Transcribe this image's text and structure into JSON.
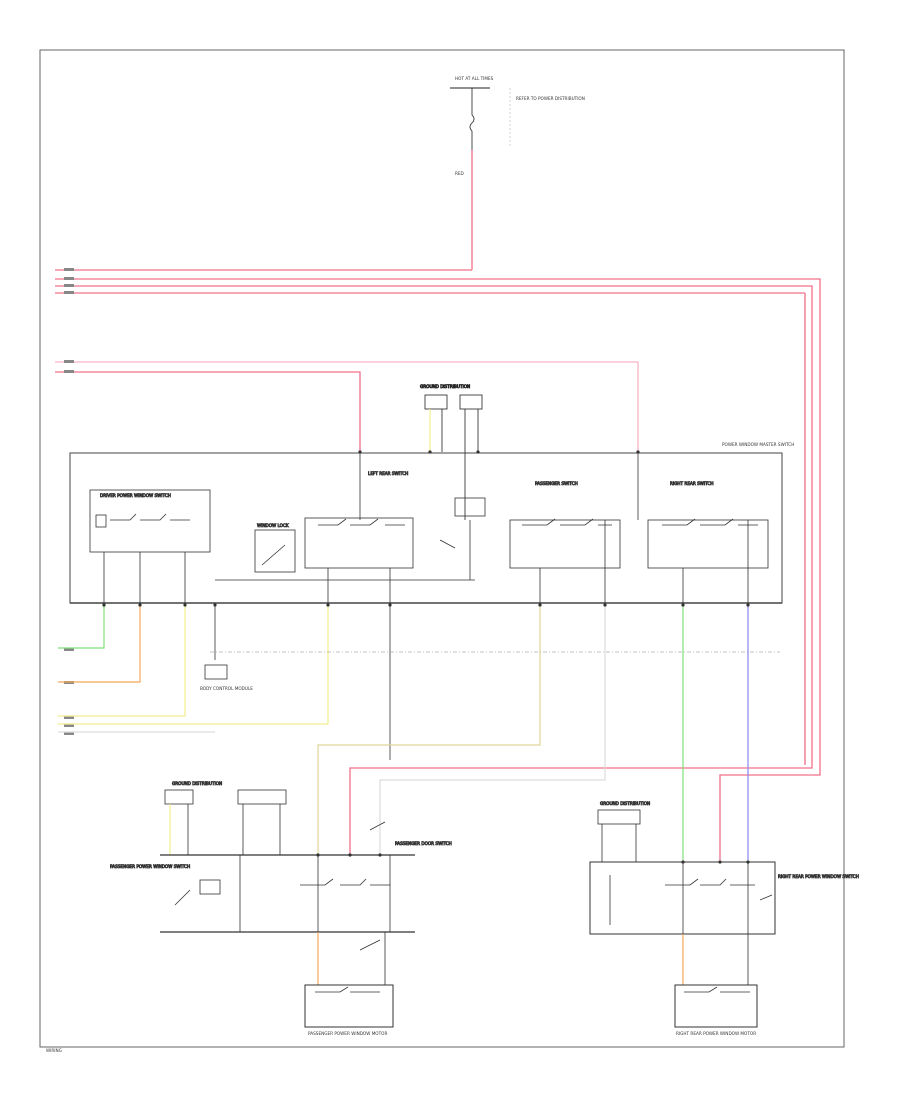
{
  "colors": {
    "red": "#f2708a",
    "pink": "#f7b5c6",
    "yellow": "#f4ee8c",
    "green": "#7ee07a",
    "orange": "#f2a65a",
    "blue": "#8a86f0",
    "tan": "#e2d49a",
    "black": "#222222",
    "frame": "#666666"
  },
  "labels": {
    "top_fuse": "HOT AT ALL TIMES",
    "fuse_note": "REFER TO POWER DISTRIBUTION",
    "wire_red": "RED",
    "ground_left": "GROUND DISTRIBUTION",
    "ground_right": "GROUND DISTRIBUTION",
    "driver_switch": "DRIVER POWER WINDOW SWITCH",
    "left_rear_switch": "LEFT REAR SWITCH",
    "passenger_switch": "PASSENGER SWITCH",
    "right_rear_switch": "RIGHT REAR SWITCH",
    "window_lock": "WINDOW LOCK",
    "master_switch": "POWER WINDOW MASTER SWITCH",
    "body_control": "BODY CONTROL MODULE",
    "pass_window_switch": "PASSENGER POWER WINDOW SWITCH",
    "pass_door_switch": "PASSENGER DOOR SWITCH",
    "rr_window_switch": "RIGHT REAR POWER WINDOW SWITCH",
    "pass_motor": "PASSENGER POWER WINDOW MOTOR",
    "rr_motor": "RIGHT REAR POWER WINDOW MOTOR",
    "footer": "WIRING"
  }
}
